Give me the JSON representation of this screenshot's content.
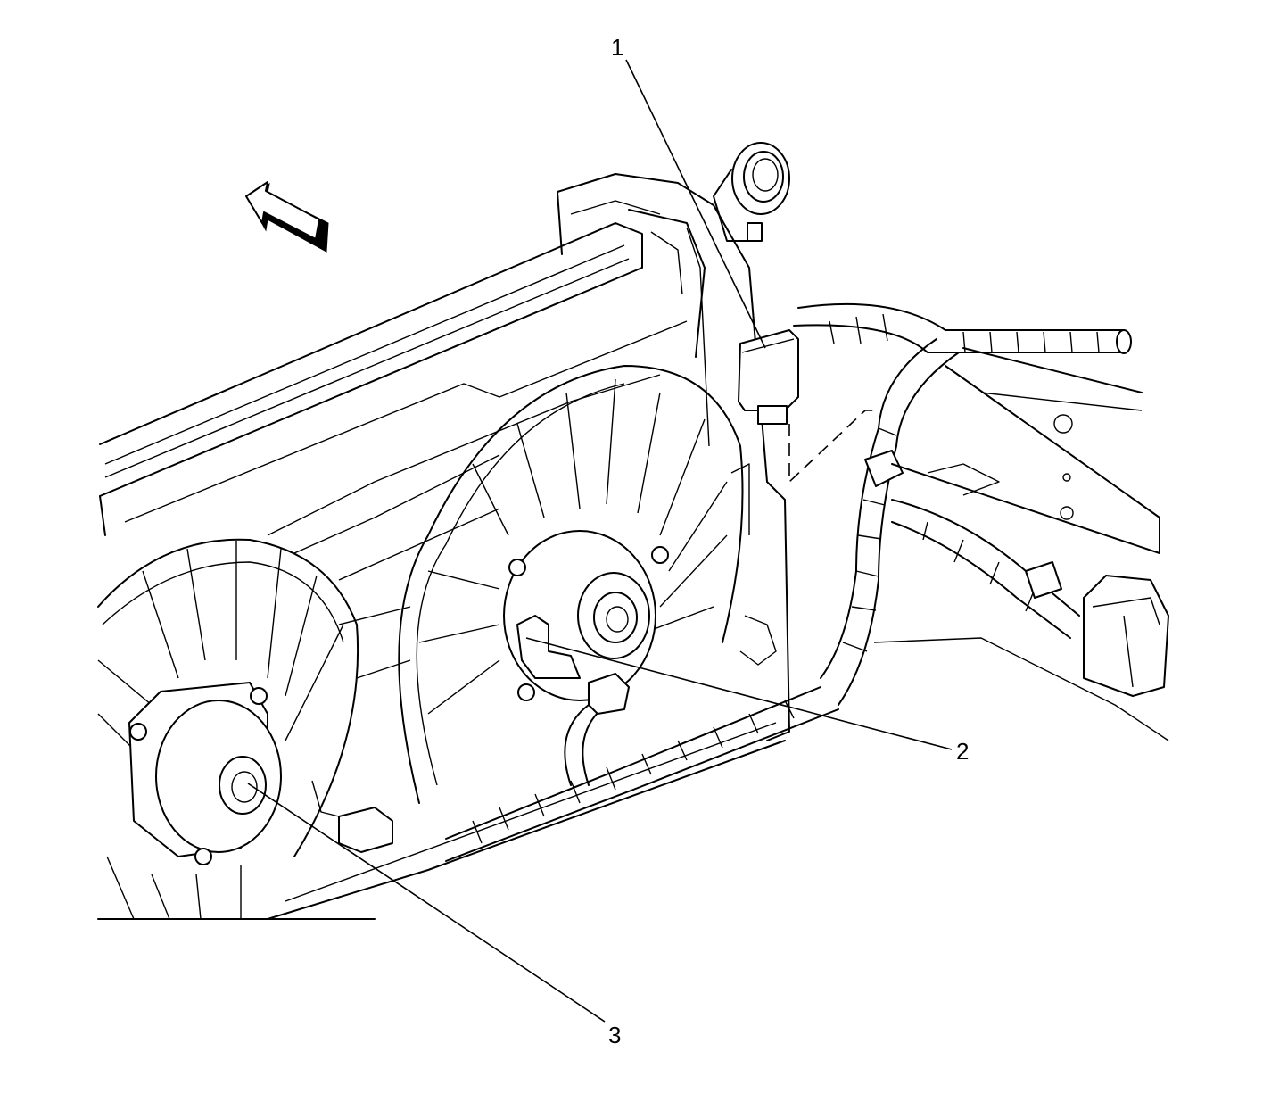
{
  "callouts": [
    {
      "id": "1",
      "label": "1",
      "part": "fan-control-module"
    },
    {
      "id": "2",
      "label": "2",
      "part": "right-fan-connector"
    },
    {
      "id": "3",
      "label": "3",
      "part": "left-fan-connector"
    }
  ],
  "arrow": {
    "icon": "front-direction-arrow-icon"
  },
  "colors": {
    "line": "#000000",
    "background": "#ffffff"
  }
}
